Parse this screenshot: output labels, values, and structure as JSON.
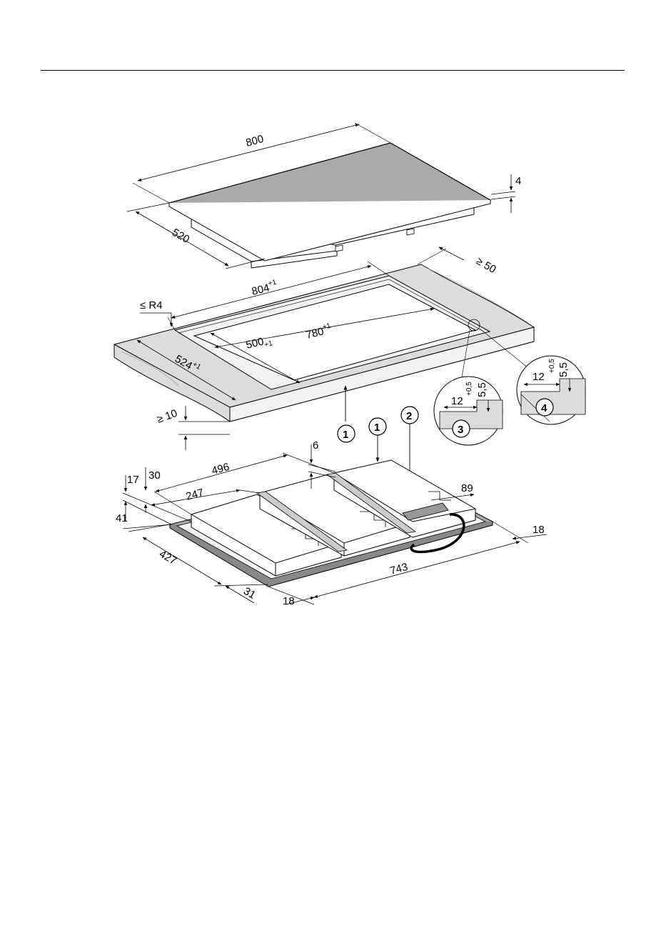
{
  "hob": {
    "width": "800",
    "depth": "520",
    "thickness": "4"
  },
  "cutout": {
    "length": "804",
    "length_tol": "+1",
    "inner_length": "780",
    "inner_length_tol": "+1",
    "width": "524",
    "width_tol": "+1",
    "inner_width": "500",
    "inner_width_tol": "+1",
    "corner_radius": "≤ R4",
    "rear_distance": "≥ 50",
    "worktop_thickness": "≥ 10"
  },
  "detail3": {
    "width": "12",
    "depth": "5,5",
    "depth_tol": "+0,5",
    "label": "3"
  },
  "detail4": {
    "width": "12",
    "depth": "5,5",
    "depth_tol": "+0,5",
    "label": "4"
  },
  "underside": {
    "d496": "496",
    "d247": "247",
    "d6": "6",
    "d17": "17",
    "d30": "30",
    "d41": "41",
    "d89": "89",
    "d18a": "18",
    "d743": "743",
    "d427": "427",
    "d31": "31",
    "d18b": "18"
  },
  "callouts": [
    "1",
    "1",
    "2"
  ],
  "colors": {
    "glass": "#aaaaaa",
    "worktop": "#dcdcdc",
    "box": "#e8e8e8",
    "line": "#000000"
  }
}
